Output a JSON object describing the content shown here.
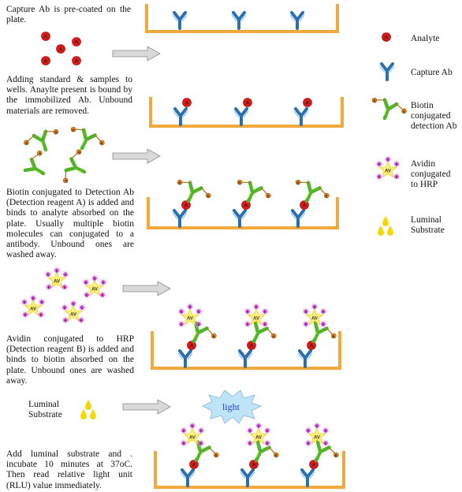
{
  "steps": [
    {
      "text": "Capture Ab is pre-coated on the plate."
    },
    {
      "text": "Adding standard & samples to wells. Anaylte present is bound by the immobilized Ab. Unbound materials are removed."
    },
    {
      "text": "Biotin conjugated to Detection Ab (Detection reagent A) is added and binds to analyte absorbed on the plate. Usually multiple biotin molecules can conjugated to a antibody. Unbound ones are washed away."
    },
    {
      "text": "Avidin conjugated to HRP (Detection reagent B) is added and binds to biotin absorbed on the plate. Unbound ones are washed away."
    },
    {
      "text": "Add luminal substrate and . incubate 10 minutes at 37oC. Then read relative light unit (RLU) value immediately."
    }
  ],
  "reagent_labels": {
    "luminal_substrate": "Luminal Substrate"
  },
  "light_label": "light",
  "glyphs": {
    "analyte": "A",
    "biotin": "B",
    "avidin": "AV",
    "hrp": "E"
  },
  "legend": [
    {
      "label": "Analyte",
      "icon": "analyte-icon"
    },
    {
      "label": "Capture Ab",
      "icon": "capture-ab-icon"
    },
    {
      "label": "Biotin conjugated detection Ab",
      "icon": "biotin-detection-ab-icon"
    },
    {
      "label": "Avidin conjugated to HRP",
      "icon": "avidin-hrp-icon"
    },
    {
      "label": "Luminal Substrate",
      "icon": "luminal-substrate-icon"
    }
  ],
  "colors": {
    "plate": "#f0a93a",
    "capture_ab": "#2b6fb0",
    "analyte": "#e01818",
    "detection_ab": "#52b528",
    "biotin_link": "#b86a1f",
    "avidin_star": "#fbf07a",
    "hrp": "#e060e8",
    "substrate": "#f6d800",
    "arrow": "#bdbdbd",
    "light_burst": "#bfe3f7"
  }
}
